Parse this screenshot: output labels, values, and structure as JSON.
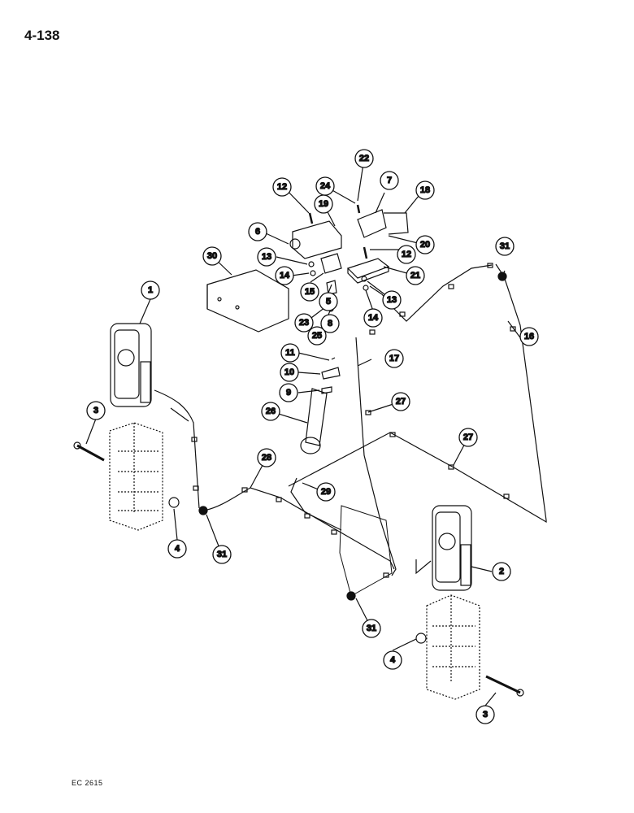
{
  "page_number": "4-138",
  "footer_code": "EC 2615",
  "callouts": [
    {
      "id": "c1",
      "label": "1"
    },
    {
      "id": "c2",
      "label": "2"
    },
    {
      "id": "c3a",
      "label": "3"
    },
    {
      "id": "c3b",
      "label": "3"
    },
    {
      "id": "c4a",
      "label": "4"
    },
    {
      "id": "c4b",
      "label": "4"
    },
    {
      "id": "c5",
      "label": "5"
    },
    {
      "id": "c6",
      "label": "6"
    },
    {
      "id": "c7",
      "label": "7"
    },
    {
      "id": "c8",
      "label": "8"
    },
    {
      "id": "c9",
      "label": "9"
    },
    {
      "id": "c10",
      "label": "10"
    },
    {
      "id": "c11",
      "label": "11"
    },
    {
      "id": "c12a",
      "label": "12"
    },
    {
      "id": "c12b",
      "label": "12"
    },
    {
      "id": "c13a",
      "label": "13"
    },
    {
      "id": "c13b",
      "label": "13"
    },
    {
      "id": "c14a",
      "label": "14"
    },
    {
      "id": "c14b",
      "label": "14"
    },
    {
      "id": "c15",
      "label": "15"
    },
    {
      "id": "c16",
      "label": "16"
    },
    {
      "id": "c17",
      "label": "17"
    },
    {
      "id": "c18",
      "label": "18"
    },
    {
      "id": "c19",
      "label": "19"
    },
    {
      "id": "c20",
      "label": "20"
    },
    {
      "id": "c21",
      "label": "21"
    },
    {
      "id": "c22",
      "label": "22"
    },
    {
      "id": "c23",
      "label": "23"
    },
    {
      "id": "c24",
      "label": "24"
    },
    {
      "id": "c25",
      "label": "25"
    },
    {
      "id": "c26",
      "label": "26"
    },
    {
      "id": "c27a",
      "label": "27"
    },
    {
      "id": "c27b",
      "label": "27"
    },
    {
      "id": "c28",
      "label": "28"
    },
    {
      "id": "c29",
      "label": "29"
    },
    {
      "id": "c30",
      "label": "30"
    },
    {
      "id": "c31a",
      "label": "31"
    },
    {
      "id": "c31b",
      "label": "31"
    },
    {
      "id": "c31c",
      "label": "31"
    }
  ]
}
